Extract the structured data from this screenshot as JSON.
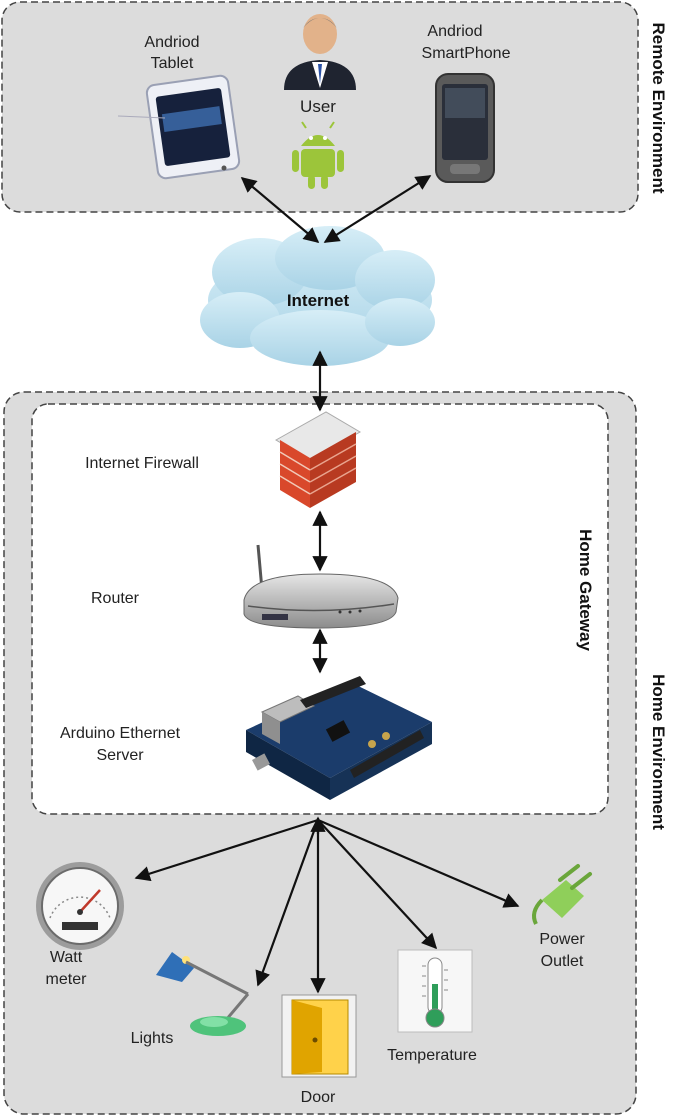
{
  "remote_environment": {
    "title": "Remote Environment",
    "tablet_label_line1": "Andriod",
    "tablet_label_line2": "Tablet",
    "user_label": "User",
    "phone_label_line1": "Andriod",
    "phone_label_line2": "SmartPhone"
  },
  "internet": {
    "label": "Internet"
  },
  "home_gateway": {
    "title": "Home Gateway",
    "firewall_label": "Internet Firewall",
    "router_label": "Router",
    "arduino_label_line1": "Arduino Ethernet",
    "arduino_label_line2": "Server"
  },
  "home_environment": {
    "title": "Home Environment",
    "watt_label_line1": "Watt",
    "watt_label_line2": "meter",
    "lights_label": "Lights",
    "door_label": "Door",
    "temperature_label": "Temperature",
    "power_label_line1": "Power",
    "power_label_line2": "Outlet"
  },
  "colors": {
    "panel_gray": "#dcdcdc",
    "border": "#444444",
    "cloud": "#bfe0ef",
    "brick": "#d9482b",
    "android_green": "#9cc53a",
    "thermo": "#2f9e5a"
  }
}
